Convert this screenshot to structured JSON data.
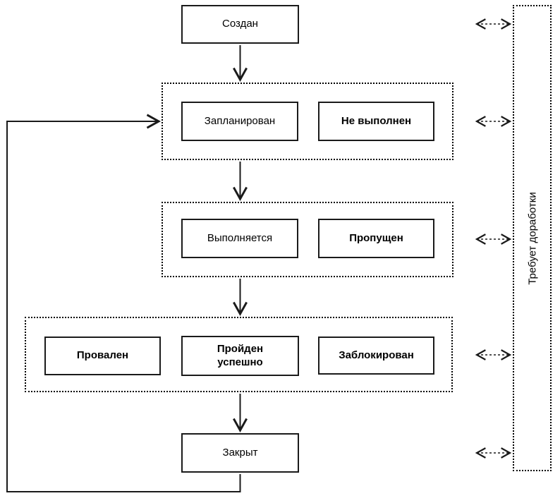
{
  "diagram": {
    "title_hint": "test case lifecycle state diagram",
    "colors": {
      "background": "#ffffff",
      "box_border": "#1a1a1a",
      "group_border": "#000000",
      "line": "#1a1a1a",
      "text": "#000000"
    },
    "nodes": {
      "created": {
        "label": "Создан"
      },
      "planned": {
        "label": "Запланирован"
      },
      "not_executed": {
        "label": "Не выполнен"
      },
      "executing": {
        "label": "Выполняется"
      },
      "skipped": {
        "label": "Пропущен"
      },
      "failed": {
        "label": "Провален"
      },
      "passed": {
        "label": "Пройден успешно"
      },
      "blocked": {
        "label": "Заблокирован"
      },
      "closed": {
        "label": "Закрыт"
      },
      "rework": {
        "label": "Требует доработки"
      }
    },
    "edges": [
      {
        "from": "created",
        "to": "planned-group",
        "style": "solid-arrow"
      },
      {
        "from": "planned-group",
        "to": "executing-group",
        "style": "solid-arrow"
      },
      {
        "from": "executing-group",
        "to": "result-group",
        "style": "solid-arrow"
      },
      {
        "from": "result-group",
        "to": "closed",
        "style": "solid-arrow"
      },
      {
        "from": "closed",
        "to": "planned-group",
        "style": "solid-arrow-loop-left"
      },
      {
        "from": "created",
        "to": "rework",
        "style": "dashed-double-arrow"
      },
      {
        "from": "planned-group",
        "to": "rework",
        "style": "dashed-double-arrow"
      },
      {
        "from": "executing-group",
        "to": "rework",
        "style": "dashed-double-arrow"
      },
      {
        "from": "result-group",
        "to": "rework",
        "style": "dashed-double-arrow"
      },
      {
        "from": "closed",
        "to": "rework",
        "style": "dashed-double-arrow"
      }
    ]
  }
}
